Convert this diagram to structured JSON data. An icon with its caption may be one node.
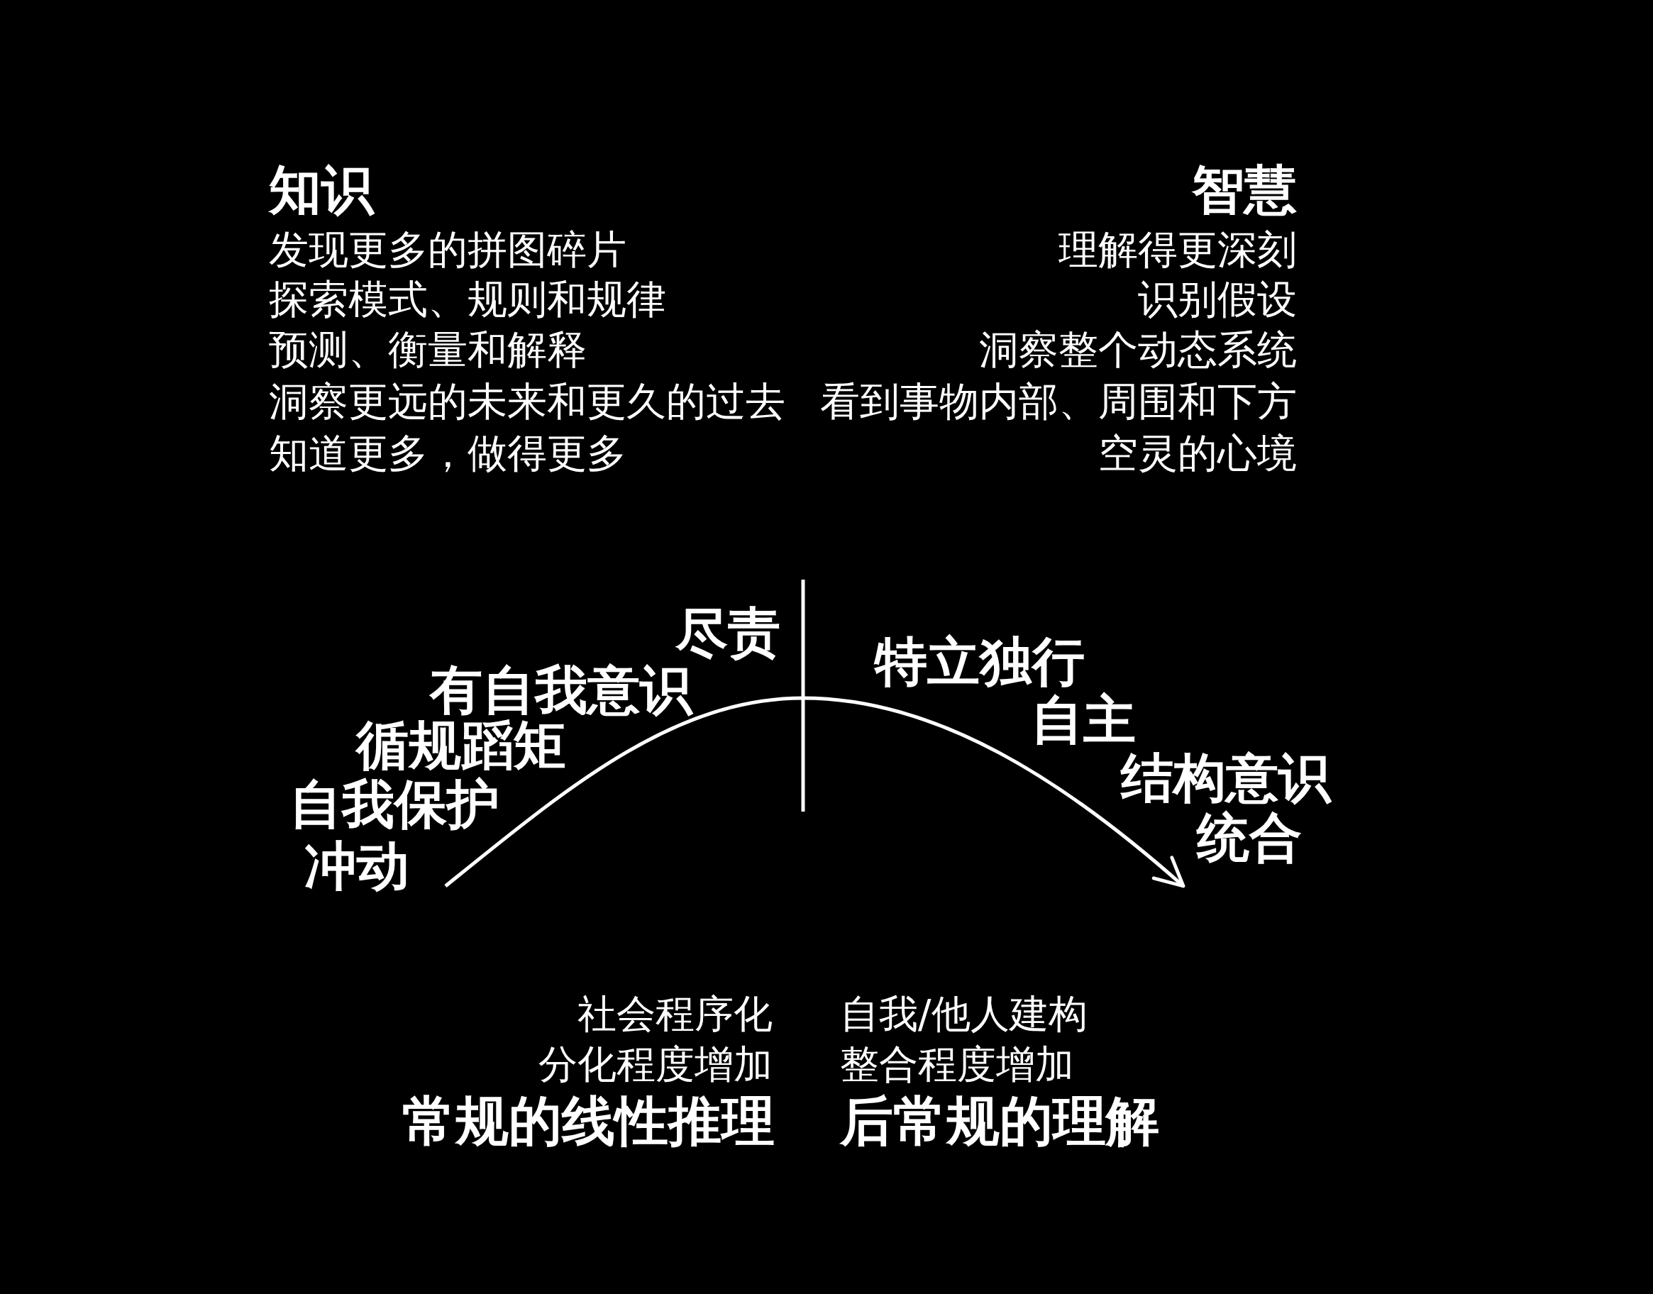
{
  "diagram": {
    "labels": [
      "知识",
      "发现更多的拼图碎片",
      "探索模式、规则和规律",
      "预测、衡量和解释",
      "洞察更远的未来和更久的过去",
      "知道更多，做得更多",
      "智慧",
      "理解得更深刻",
      "识别假设",
      "洞察整个动态系统",
      "看到事物内部、周围和下方",
      "空灵的心境",
      "冲动",
      "自我保护",
      "循规蹈矩",
      "有自我意识",
      "尽责",
      "特立独行",
      "自主",
      "结构意识",
      "统合",
      "社会程序化",
      "分化程度增加",
      "常规的线性推理",
      "自我/他人建构",
      "整合程度增加",
      "后常规的理解"
    ]
  }
}
